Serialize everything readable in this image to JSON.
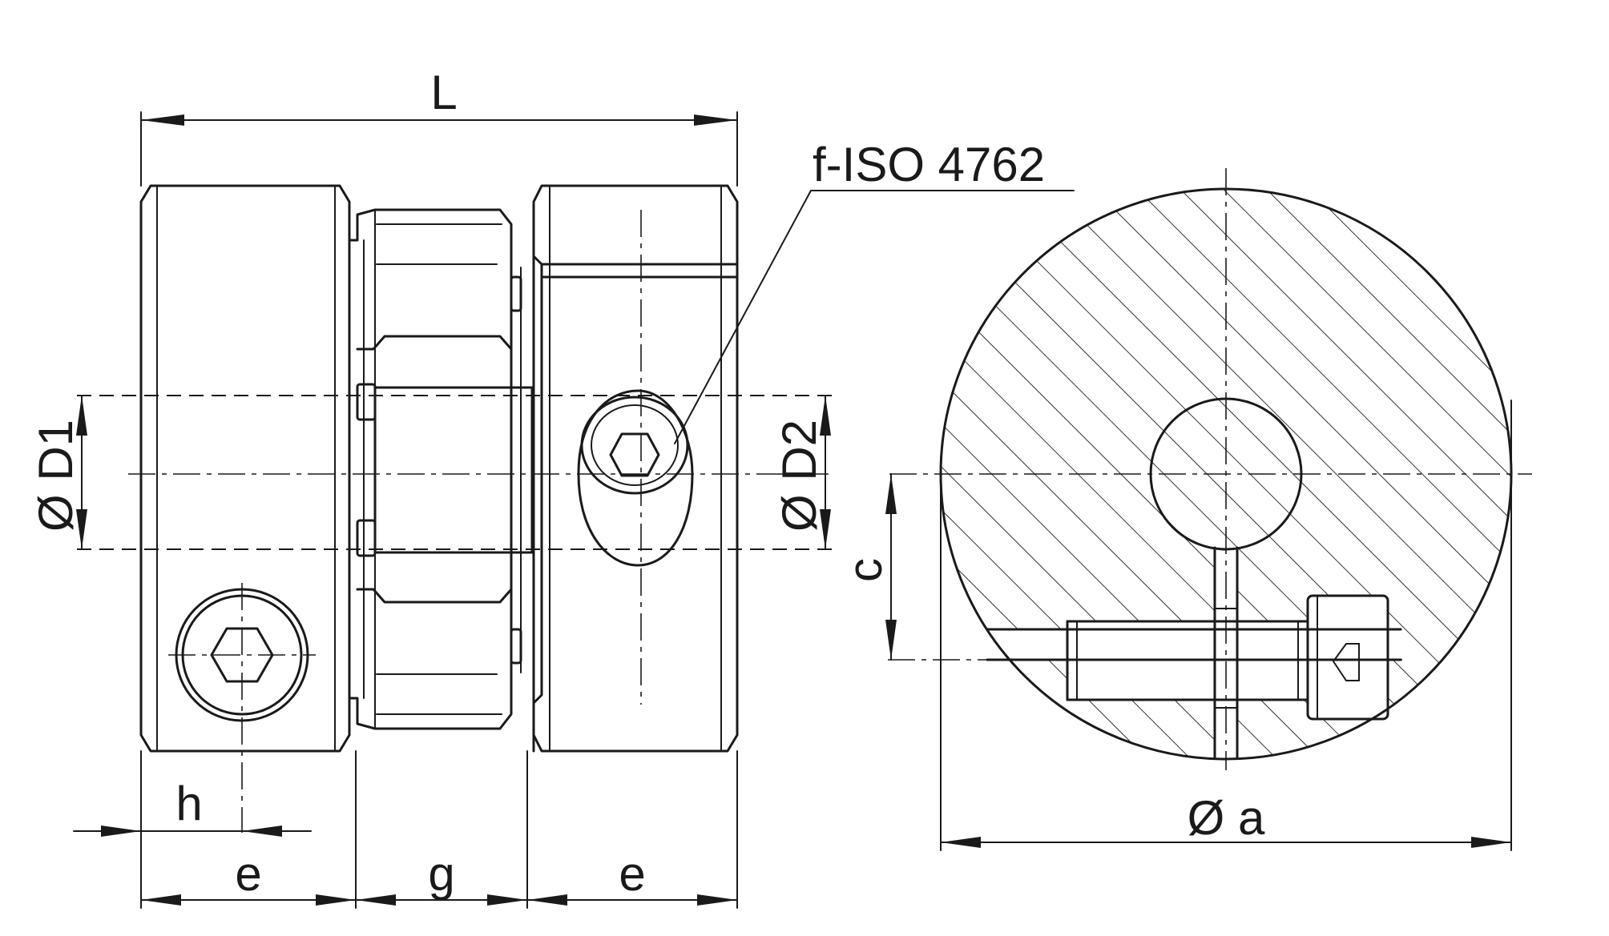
{
  "labels": {
    "length": "L",
    "screw_callout": "f-ISO 4762",
    "bore_d1": "Ø D1",
    "bore_d2": "Ø D2",
    "screw_offset_h": "h",
    "hub_length_left": "e",
    "gap_length": "g",
    "hub_length_right": "e",
    "clamp_distance": "c",
    "outer_diameter": "Ø a"
  },
  "colors": {
    "line": "#1a1a1a",
    "background": "#ffffff"
  },
  "icons": [
    "hex-socket-screw-icon"
  ]
}
